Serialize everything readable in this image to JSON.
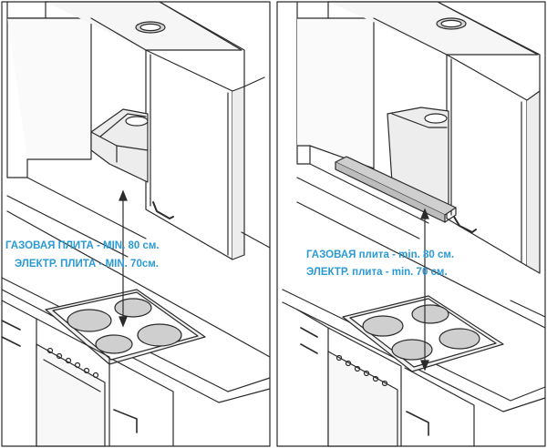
{
  "colors": {
    "ink": "#2b2b2b",
    "label": "#2a9ad6",
    "bg": "#ffffff",
    "panel_fill": "#f4f4f4",
    "shadow": "#bfbfbf"
  },
  "left_panel": {
    "gas_label": "ГАЗОВАЯ ПЛИТА - MIN. 80 см.",
    "electric_label": "ЭЛЕКТР. ПЛИТА - MIN. 70см."
  },
  "right_panel": {
    "gas_label": "ГАЗОВАЯ плита - min. 80 см.",
    "electric_label": "ЭЛЕКТР. плита - min. 70 см."
  },
  "icons": [
    "hood-icon",
    "hob-icon",
    "vertical-distance-arrow-icon",
    "cabinet-icon",
    "oven-icon",
    "duct-opening-icon"
  ]
}
